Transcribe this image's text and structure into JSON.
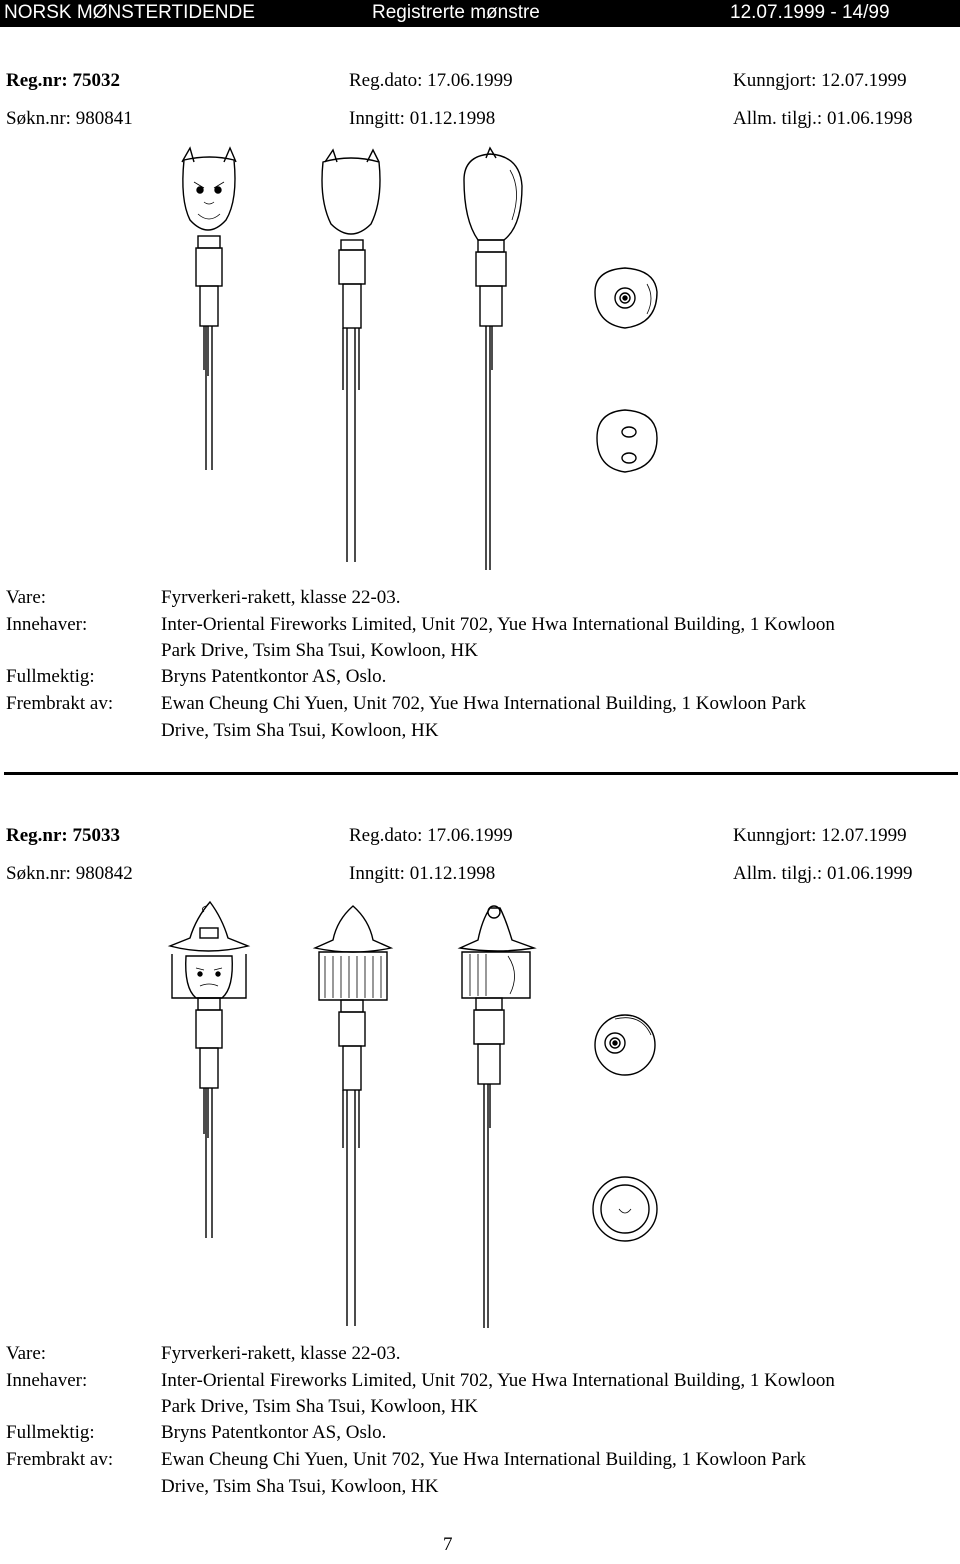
{
  "header": {
    "publication": "NORSK MØNSTERTIDENDE",
    "section": "Registrerte mønstre",
    "issue": "12.07.1999 - 14/99"
  },
  "labels": {
    "reg_nr": "Reg.nr:",
    "reg_dato": "Reg.dato:",
    "kunngjort": "Kunngjort:",
    "sokn_nr": "Søkn.nr:",
    "inngitt": "Inngitt:",
    "allm_tilgj": "Allm. tilgj.:",
    "vare": "Vare:",
    "innehaver": "Innehaver:",
    "fullmektig": "Fullmektig:",
    "frembrakt_av": "Frembrakt av:"
  },
  "records": [
    {
      "reg_nr": "75032",
      "reg_dato": "17.06.1999",
      "kunngjort": "12.07.1999",
      "sokn_nr": "980841",
      "inngitt": "01.12.1998",
      "allm_tilgj": "01.06.1998",
      "vare": "Fyrverkeri-rakett, klasse 22-03.",
      "innehaver_line1": "Inter-Oriental Fireworks Limited, Unit 702, Yue Hwa International Building, 1 Kowloon",
      "innehaver_line2": "Park Drive, Tsim Sha Tsui, Kowloon, HK",
      "fullmektig": "Bryns Patentkontor AS, Oslo.",
      "frembrakt_line1": "Ewan Cheung Chi Yuen, Unit 702, Yue Hwa International Building, 1 Kowloon Park",
      "frembrakt_line2": "Drive, Tsim Sha Tsui, Kowloon, HK"
    },
    {
      "reg_nr": "75033",
      "reg_dato": "17.06.1999",
      "kunngjort": "12.07.1999",
      "sokn_nr": "980842",
      "inngitt": "01.12.1998",
      "allm_tilgj": "01.06.1999",
      "vare": "Fyrverkeri-rakett, klasse 22-03.",
      "innehaver_line1": "Inter-Oriental Fireworks Limited, Unit 702, Yue Hwa International Building, 1 Kowloon",
      "innehaver_line2": "Park Drive, Tsim Sha Tsui, Kowloon, HK",
      "fullmektig": "Bryns Patentkontor AS, Oslo.",
      "frembrakt_line1": "Ewan Cheung Chi Yuen, Unit 702, Yue Hwa International Building, 1 Kowloon Park",
      "frembrakt_line2": "Drive, Tsim Sha Tsui, Kowloon, HK"
    }
  ],
  "page_number": "7"
}
